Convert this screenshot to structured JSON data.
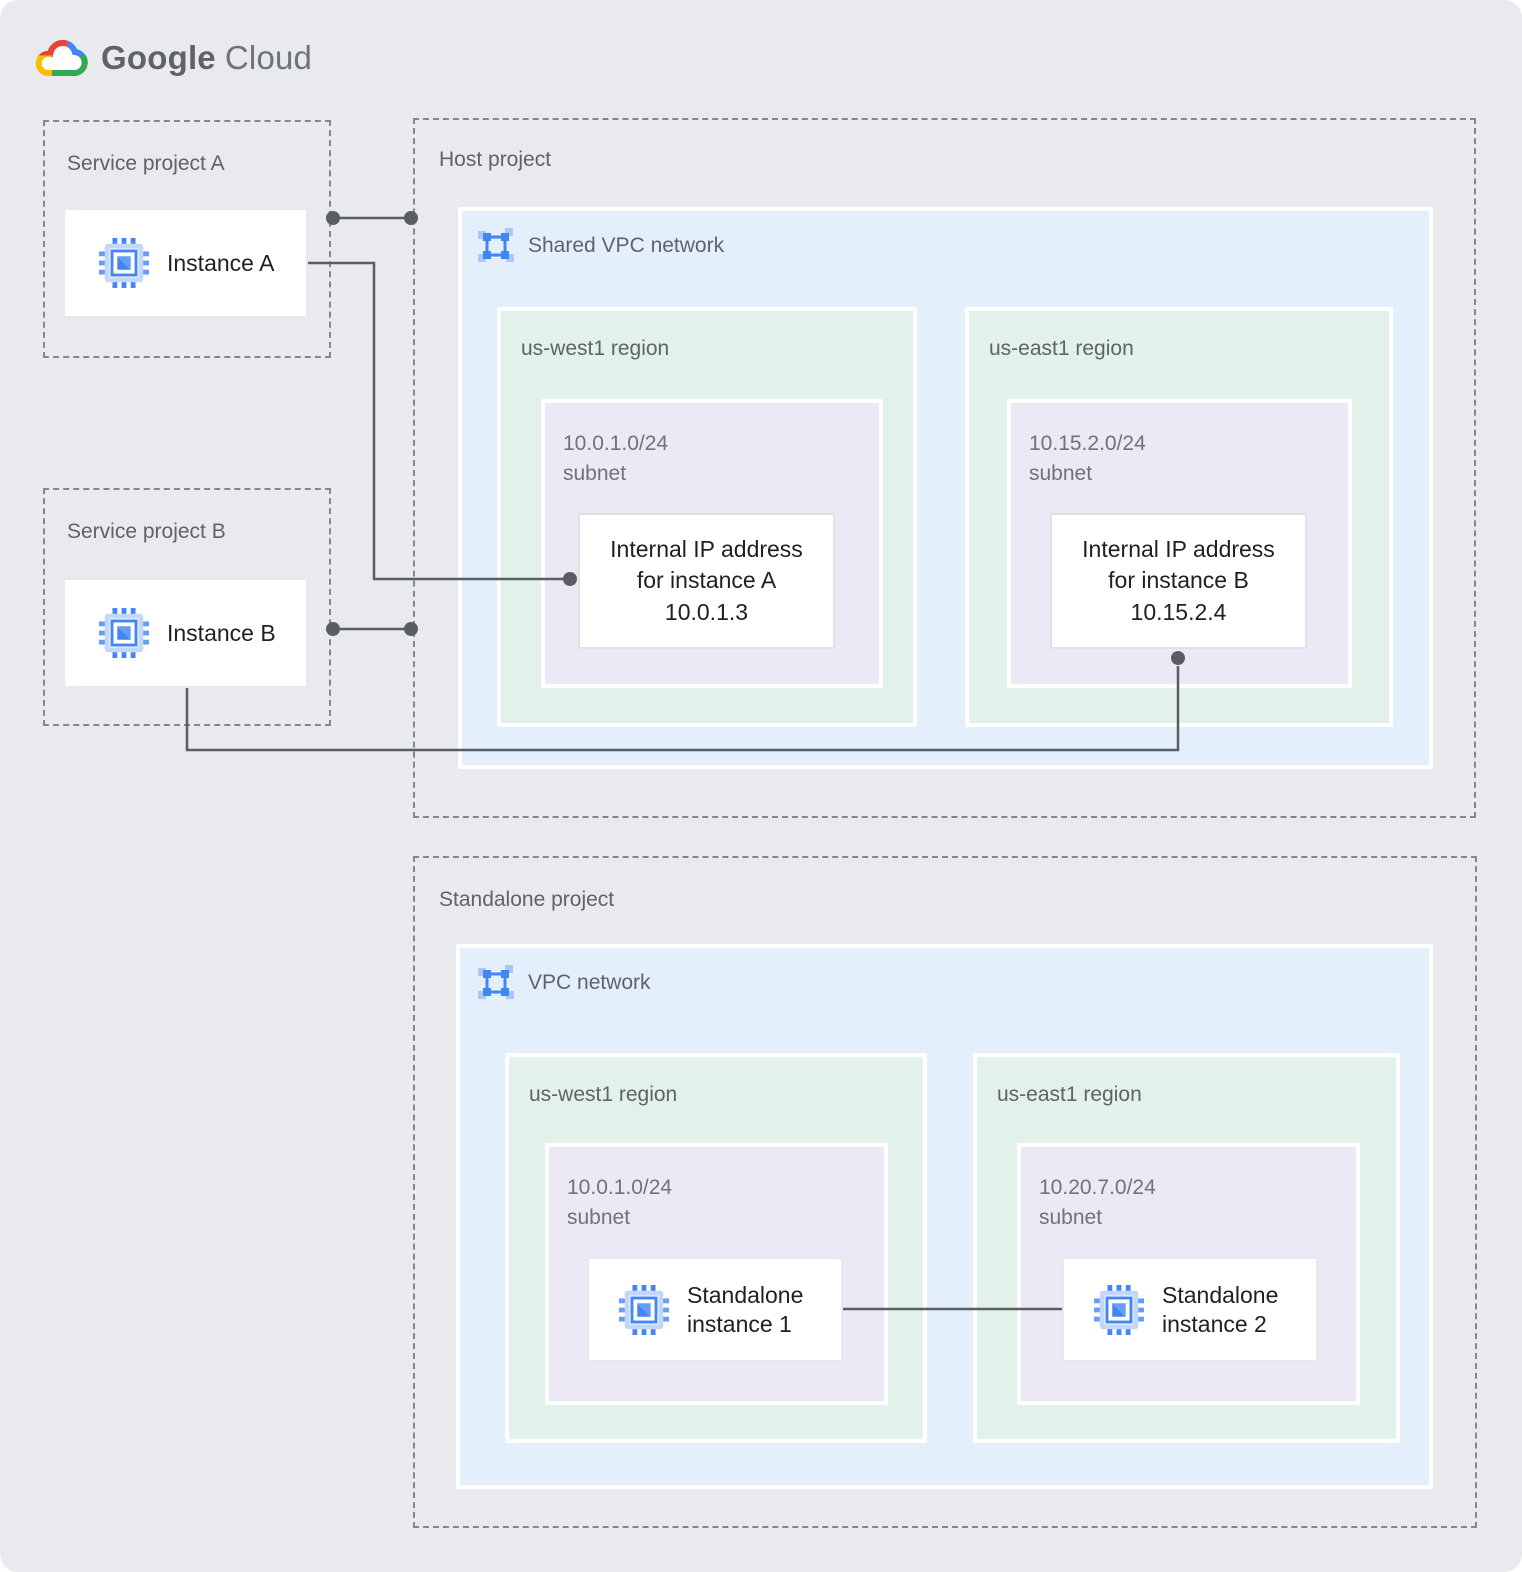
{
  "logo": {
    "brand": "Google",
    "product": "Cloud"
  },
  "service_project_a": {
    "label": "Service project A",
    "instance_label": "Instance A"
  },
  "service_project_b": {
    "label": "Service project B",
    "instance_label": "Instance B"
  },
  "host_project": {
    "label": "Host project",
    "network_label": "Shared VPC network",
    "us_west": {
      "region_label": "us-west1 region",
      "subnet_label": "10.0.1.0/24\nsubnet",
      "ip_box": "Internal IP address\nfor instance A\n10.0.1.3"
    },
    "us_east": {
      "region_label": "us-east1 region",
      "subnet_label": "10.15.2.0/24\nsubnet",
      "ip_box": "Internal IP address\nfor instance B\n10.15.2.4"
    }
  },
  "standalone_project": {
    "label": "Standalone project",
    "network_label": "VPC network",
    "us_west": {
      "region_label": "us-west1 region",
      "subnet_label": "10.0.1.0/24\nsubnet",
      "instance_label": "Standalone\ninstance 1"
    },
    "us_east": {
      "region_label": "us-east1 region",
      "subnet_label": "10.20.7.0/24\nsubnet",
      "instance_label": "Standalone\ninstance 2"
    }
  },
  "palette": {
    "canvas_bg": "#E8EAED",
    "network_bg": "#E3F0FB",
    "region_bg": "#E2F1E9",
    "subnet_bg": "#EDE8F6",
    "dashed_border": "#83878C",
    "connector": "#5A5E63",
    "label_text": "#5F6368",
    "dark_text": "#202124",
    "gcp_blue": "#4285F4",
    "gcp_blue_light": "#669DF6",
    "gcp_blue_pale": "#A8C7FA",
    "gcp_red": "#EA4335",
    "gcp_yellow": "#FBBC05",
    "gcp_green": "#34A853"
  }
}
